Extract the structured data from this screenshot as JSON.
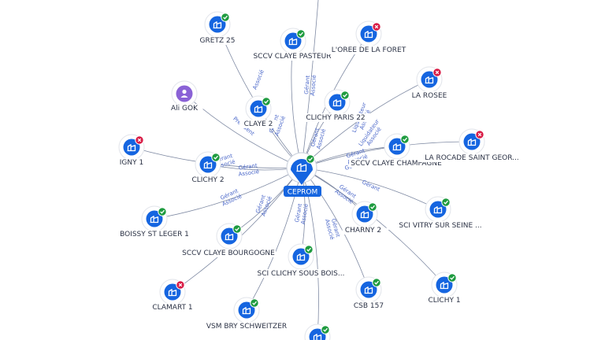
{
  "center": {
    "label": "CEPROM",
    "status": "ok",
    "icon": "company-icon"
  },
  "colors": {
    "accent": "#1565e0",
    "ok": "#1e9b3f",
    "err": "#d81b45",
    "person": "#8a62d6",
    "edge": "#7f8aa3",
    "edge_label": "#4a67c9"
  },
  "nodes": [
    {
      "id": "gretz25",
      "label": "GRETZ 25",
      "status": "ok",
      "type": "company"
    },
    {
      "id": "sccv-claye-pasteur",
      "label": "SCCV CLAYE PASTEUR",
      "status": "ok",
      "type": "company"
    },
    {
      "id": "loree-de-la-foret",
      "label": "L'OREE DE LA FORET",
      "status": "err",
      "type": "company"
    },
    {
      "id": "la-rosee",
      "label": "LA ROSEE",
      "status": "err",
      "type": "company"
    },
    {
      "id": "ali-gok",
      "label": "Ali GOK",
      "status": "",
      "type": "person"
    },
    {
      "id": "claye2",
      "label": "CLAYE 2",
      "status": "ok",
      "type": "company"
    },
    {
      "id": "clichy-paris-22",
      "label": "CLICHY PARIS 22",
      "status": "ok",
      "type": "company"
    },
    {
      "id": "igny1",
      "label": "IGNY 1",
      "status": "err",
      "type": "company"
    },
    {
      "id": "clichy2",
      "label": "CLICHY 2",
      "status": "ok",
      "type": "company"
    },
    {
      "id": "sccv-claye-champagne",
      "label": "SCCV CLAYE CHAMPAGNE",
      "status": "ok",
      "type": "company"
    },
    {
      "id": "la-rocade",
      "label": "LA ROCADE SAINT GEOR...",
      "status": "err",
      "type": "company"
    },
    {
      "id": "boissy",
      "label": "BOISSY ST LEGER 1",
      "status": "ok",
      "type": "company"
    },
    {
      "id": "charny2",
      "label": "CHARNY 2",
      "status": "ok",
      "type": "company"
    },
    {
      "id": "sci-vitry",
      "label": "SCI VITRY SUR SEINE ...",
      "status": "ok",
      "type": "company"
    },
    {
      "id": "sccv-claye-bourgogne",
      "label": "SCCV CLAYE BOURGOGNE",
      "status": "ok",
      "type": "company"
    },
    {
      "id": "sci-clichy-sous-bois",
      "label": "SCI CLICHY SOUS BOIS...",
      "status": "ok",
      "type": "company"
    },
    {
      "id": "clamart1",
      "label": "CLAMART 1",
      "status": "err",
      "type": "company"
    },
    {
      "id": "csb157",
      "label": "CSB 157",
      "status": "ok",
      "type": "company"
    },
    {
      "id": "clichy1",
      "label": "CLICHY 1",
      "status": "ok",
      "type": "company"
    },
    {
      "id": "vsm-bry",
      "label": "VSM BRY SCHWEITZER",
      "status": "ok",
      "type": "company"
    },
    {
      "id": "bottom-node",
      "label": "",
      "status": "ok",
      "type": "company"
    }
  ],
  "edge_labels": [
    {
      "node": "gretz25",
      "lines": [
        "Associé"
      ]
    },
    {
      "node": "sccv-claye-pasteur",
      "lines": [
        "Gérant",
        "Associé"
      ]
    },
    {
      "node": "claye2",
      "lines": [
        "Gérant",
        "Associé"
      ]
    },
    {
      "node": "ali-gok",
      "lines": [
        "Président"
      ]
    },
    {
      "node": "clichy-paris-22",
      "lines": [
        "Gérant",
        "Associé"
      ]
    },
    {
      "node": "loree-de-la-foret",
      "lines": [
        "Liquidateur",
        "Associé"
      ]
    },
    {
      "node": "igny1",
      "lines": [
        "Gérant",
        "Associé"
      ]
    },
    {
      "node": "clichy2",
      "lines": [
        "Gérant",
        "Associé"
      ]
    },
    {
      "node": "sccv-claye-champagne",
      "lines": [
        "Gérant",
        "Associé"
      ]
    },
    {
      "node": "la-rosee",
      "lines": [
        "Liquidateur",
        "Associé"
      ]
    },
    {
      "node": "boissy",
      "lines": [
        "Gérant",
        "Associé"
      ]
    },
    {
      "node": "charny2",
      "lines": [
        "Gérant",
        "Associé"
      ]
    },
    {
      "node": "sccv-claye-bourgogne",
      "lines": [
        "Gérant",
        "Associé"
      ]
    },
    {
      "node": "sci-clichy-sous-bois",
      "lines": [
        "Gérant",
        "Associé"
      ]
    },
    {
      "node": "csb157",
      "lines": [
        "Gérant",
        "Associé"
      ]
    },
    {
      "node": "la-rocade",
      "lines": [
        "Gérant"
      ]
    },
    {
      "node": "sci-vitry",
      "lines": [
        "Gérant"
      ]
    }
  ]
}
